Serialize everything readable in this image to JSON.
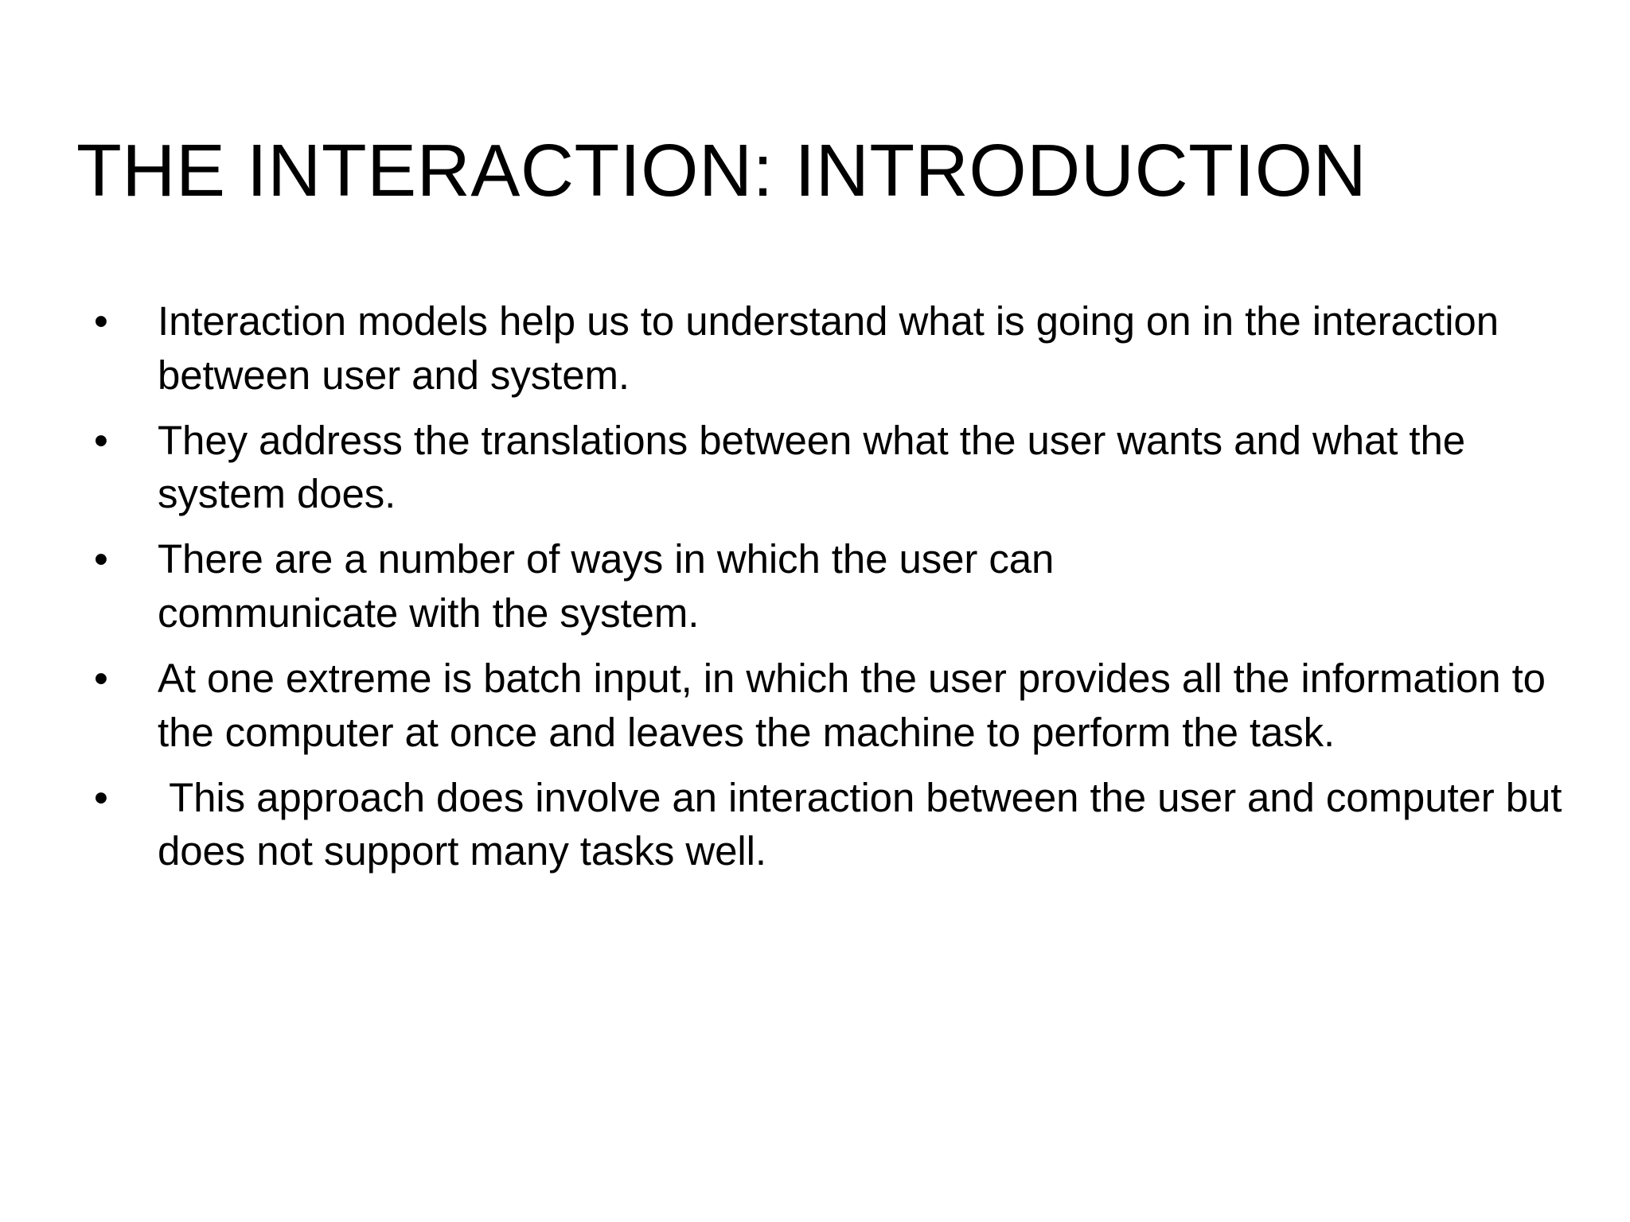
{
  "slide": {
    "title": "THE INTERACTION: INTRODUCTION",
    "background_color": "#FFFFFF",
    "text_color": "#000000",
    "bullet_glyph": "•",
    "bullets": [
      {
        "marker": "•",
        "text": "Interaction models help us to understand what is going on in the interaction between user and system."
      },
      {
        "marker": "•",
        "text": "They address the translations between what the user wants and what the system does."
      },
      {
        "marker": "•",
        "text": "There are a number of ways in which the user can communicate with the system."
      },
      {
        "marker": "•",
        "text": "At one extreme is batch input, in which the user provides all the information to the computer at once and leaves the machine to perform the task."
      },
      {
        "marker": "•",
        "text": " This approach does involve an interaction between the user and computer but does not support many tasks well."
      }
    ]
  }
}
